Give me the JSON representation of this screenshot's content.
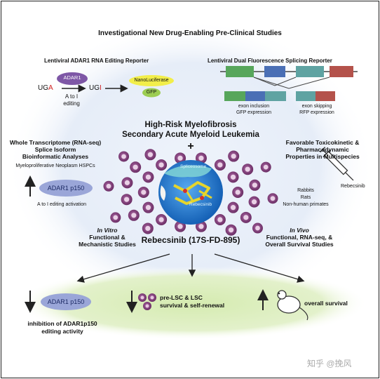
{
  "title": "Investigational New Drug-Enabling Pre-Clinical Studies",
  "adar_reporter": {
    "heading": "Lentiviral ADAR1 RNA Editing Reporter",
    "uga": "UGA",
    "adar1": "ADAR1",
    "ugi": "UGI",
    "a_to_i_line1": "A to I",
    "a_to_i_line2": "editing",
    "nanoluciferase": "NanoLuciferase",
    "gfp": "GFP"
  },
  "splicing_reporter": {
    "heading": "Lentiviral Dual Fluorescence Splicing Reporter",
    "inclusion_line1": "exon inclusion",
    "inclusion_line2": "GFP expression",
    "skipping_line1": "exon skipping",
    "skipping_line2": "RFP expression"
  },
  "disease": {
    "line1": "High-Risk Myelofibrosis",
    "line2": "Secondary Acute Myeloid Leukemia",
    "plus": "+",
    "spliceosome": "Spliceosome",
    "rebecsinib_label": "Rebecsinib"
  },
  "transcriptome": {
    "line1": "Whole Transcriptome (RNA-seq)",
    "line2": "Splice Isoform",
    "line3": "Bioinformatic Analyses",
    "line4": "Myeloproliferative Neoplasm HSPCs",
    "adar1_p150": "ADAR1 p150",
    "activation": "A to I editing activation"
  },
  "toxicokinetic": {
    "line1": "Favorable Toxicokinetic &",
    "line2": "Pharmacodynamic",
    "line3": "Properties in Multispecies",
    "syringe_label": "Rebecsinib",
    "species": [
      "Rabbits",
      "Rats",
      "Non-human primates"
    ]
  },
  "in_vitro": {
    "label": "In Vitro",
    "line1": "Functional &",
    "line2": "Mechanistic Studies"
  },
  "drug_name": "Rebecsinib (17S-FD-895)",
  "in_vivo": {
    "label": "In Vivo",
    "line1": "Functional, RNA-seq, &",
    "line2": "Overall Survival Studies"
  },
  "outcomes": {
    "adar1_p150": "ADAR1 p150",
    "inhibition_line1": "inhibition of ADAR1p150",
    "inhibition_line2": "editing activity",
    "lsc_line1": "pre-LSC & LSC",
    "lsc_line2": "survival & self-renewal",
    "survival": "overall survival"
  },
  "watermark": "知乎 @挽风",
  "colors": {
    "adar_purple": "#7e57a6",
    "p150_pill": "#9aa6d8",
    "nanoluc_yellow": "#f2ee4a",
    "gfp_green": "#9ccd52",
    "exon_green": "#57a65b",
    "exon_red": "#b4524b",
    "exon_blue": "#4a6fb5",
    "exon_teal": "#5fa3a2",
    "cell_purple": "#8e4f86",
    "outcome_band": "#d9ecb6",
    "globe_blue": "#2e7fd0",
    "red_letter": "#d02020"
  }
}
